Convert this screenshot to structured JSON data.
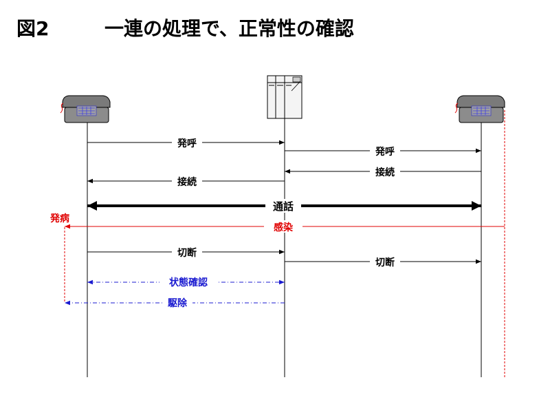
{
  "title": {
    "figure": "図2",
    "text": "一連の処理で、正常性の確認"
  },
  "colors": {
    "black": "#000000",
    "red": "#e00000",
    "blue": "#1a1ad0",
    "device": "#8c8c8c"
  },
  "icons": {
    "left_phone": "telephone-icon",
    "server": "server-rack-icon",
    "right_phone": "telephone-icon"
  },
  "messages": {
    "call_1": "発呼",
    "call_2": "発呼",
    "connect_1": "接続",
    "connect_2": "接続",
    "talk": "通話",
    "onset": "発病",
    "infection": "感染",
    "disconnect_1": "切断",
    "disconnect_2": "切断",
    "status_check": "状態確認",
    "removal": "駆除"
  }
}
